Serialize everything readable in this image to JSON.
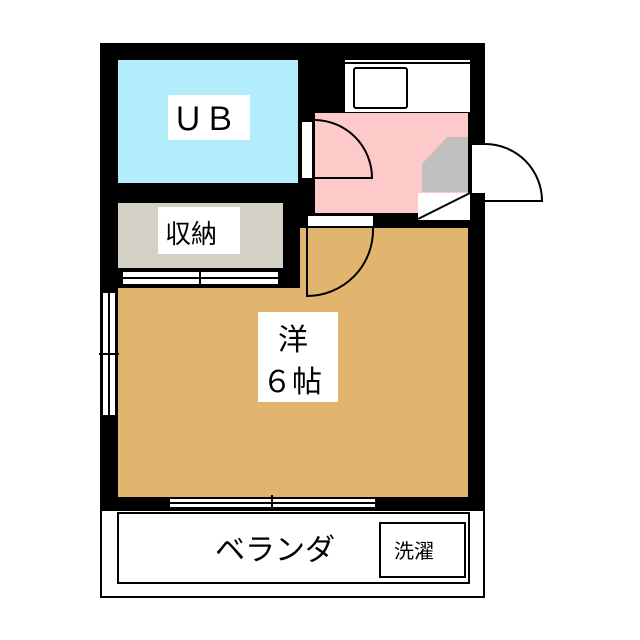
{
  "rooms": {
    "bath": {
      "label": "ＵＢ",
      "color": "#b3ecfb"
    },
    "storage": {
      "label": "収納",
      "color": "#d3d0c5"
    },
    "western": {
      "label_line1": "洋",
      "label_line2": "６帖",
      "color": "#e2b56f"
    },
    "kitchen": {
      "color": "#fec9c9"
    },
    "balcony": {
      "label": "ベランダ"
    },
    "laundry": {
      "label": "洗濯"
    }
  },
  "colors": {
    "wall": "#000000",
    "shoe_area": "#c0c0c0"
  }
}
